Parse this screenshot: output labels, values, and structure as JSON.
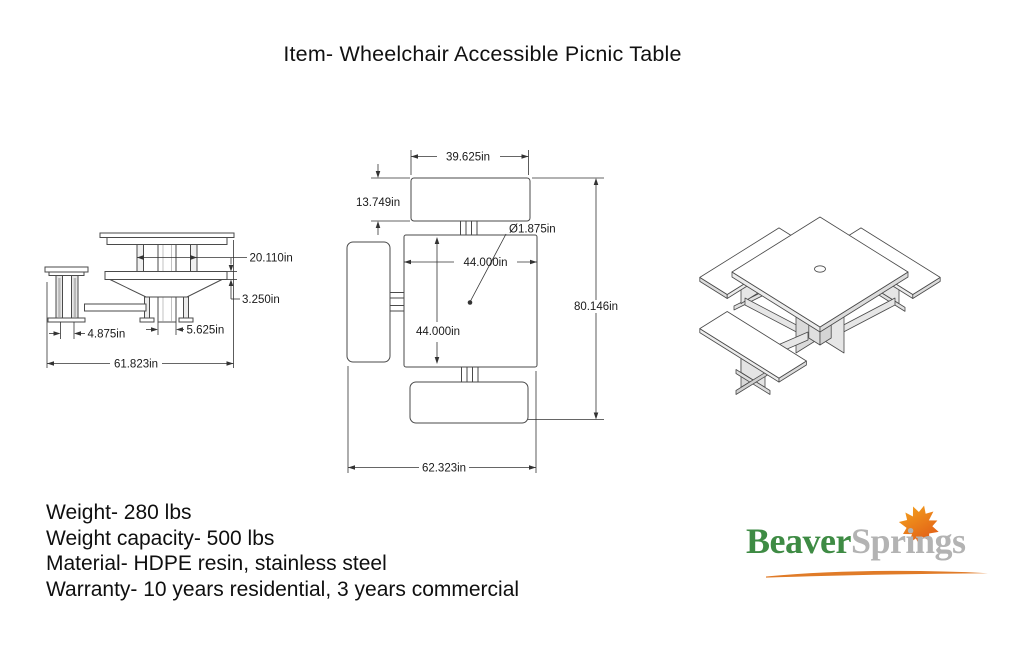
{
  "title": "Item- Wheelchair Accessible Picnic Table",
  "side_view": {
    "dim_top_leg_span": "20.110in",
    "dim_seat_thickness": "3.250in",
    "dim_bench_leg_offset": "4.875in",
    "dim_pedestal_width": "5.625in",
    "dim_overall_length": "61.823in"
  },
  "top_view": {
    "dim_bench_length": "39.625in",
    "dim_bench_depth": "13.749in",
    "dim_hole_diameter": "Ø1.875in",
    "dim_table_width": "44.000in",
    "dim_table_depth": "44.000in",
    "dim_overall_length": "80.146in",
    "dim_overall_width": "62.323in"
  },
  "specs": {
    "weight": "Weight- 280 lbs",
    "capacity": "Weight capacity- 500 lbs",
    "material": "Material- HDPE resin, stainless steel",
    "warranty": "Warranty- 10 years residential, 3 years commercial"
  },
  "logo": {
    "word_primary": "Beaver",
    "word_secondary": "Springs",
    "color_primary": "#3e8b44",
    "color_secondary": "#b3b3b3",
    "color_accent": "#e07b28"
  },
  "drawing_colors": {
    "line": "#4a4a4a",
    "dimension_line": "#333333",
    "fill_light": "#ececec",
    "fill_dark": "#dcdcdc"
  }
}
